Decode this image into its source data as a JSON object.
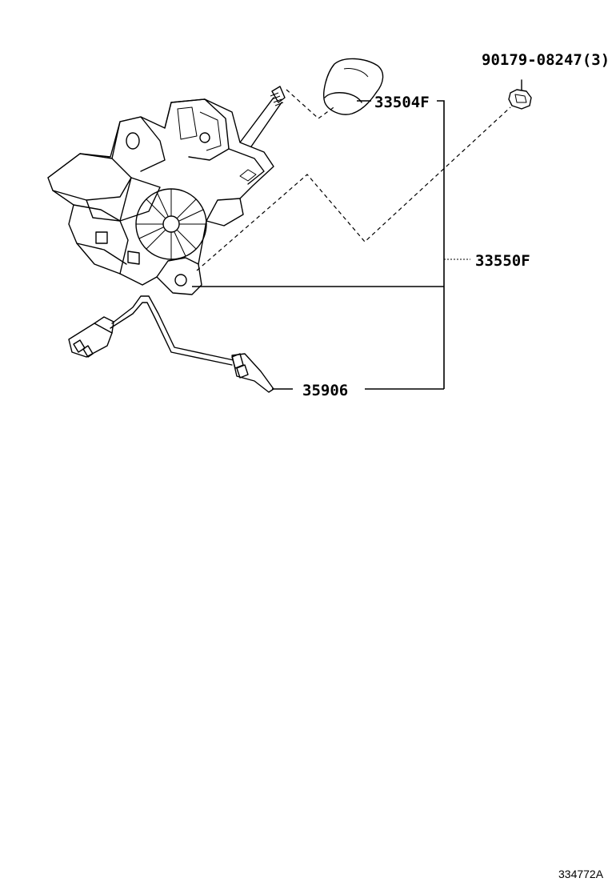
{
  "parts": {
    "nut": "90179-08247(3)",
    "knob": "33504F",
    "shift_assy": "33550F",
    "wire": "35906"
  },
  "reference_code": "334772A"
}
